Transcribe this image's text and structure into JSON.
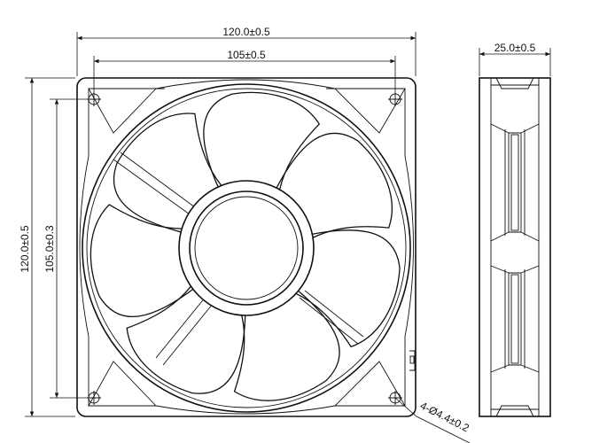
{
  "drawing": {
    "front_view": {
      "blade_count": 7,
      "dim_overall_width": "120.0±0.5",
      "dim_hole_spacing_x": "105±0.5",
      "dim_overall_height": "120.0±0.5",
      "dim_hole_spacing_y": "105.0±0.3",
      "dim_mount_holes": "4-Ø4.4±0.2"
    },
    "side_view": {
      "dim_thickness": "25.0±0.5"
    }
  }
}
